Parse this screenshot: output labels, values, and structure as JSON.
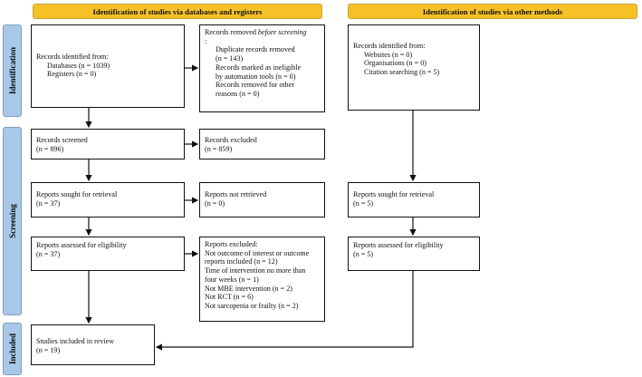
{
  "headers": {
    "main": "Identification of studies via databases and registers",
    "other": "Identification of studies via other methods"
  },
  "phases": {
    "identification": "Identification",
    "screening": "Screening",
    "included": "Included"
  },
  "boxes": {
    "records_identified": {
      "title": "Records identified from:",
      "line1": "Databases (n = 1039)",
      "line2": "Registers (n = 0)"
    },
    "records_removed": {
      "title_a": "Records removed ",
      "title_b": "before screening",
      "title_c": ":",
      "l1": "Duplicate records removed",
      "l1b": "(n = 143)",
      "l2": "Records marked as ineligible",
      "l2b": "by automation tools (n = 0)",
      "l3": "Records removed for other",
      "l3b": "reasons (n = 0)"
    },
    "other_identified": {
      "title": "Records identified from:",
      "l1": "Websites (n = 0)",
      "l2": "Organisations (n = 0)",
      "l3": "Citation searching (n = 5)"
    },
    "records_screened": {
      "title": "Records screened",
      "n": "(n = 896)"
    },
    "records_excluded": {
      "title": "Records excluded",
      "n": "(n = 859)"
    },
    "reports_sought": {
      "title": "Reports sought for retrieval",
      "n": "(n = 37)"
    },
    "reports_not_retrieved": {
      "title": "Reports not retrieved",
      "n": "(n = 0)"
    },
    "other_sought": {
      "title": "Reports sought for retrieval",
      "n": "(n = 5)"
    },
    "reports_assessed": {
      "title": "Reports assessed for eligibility",
      "n": "(n = 37)"
    },
    "reports_excluded": {
      "title": "Reports excluded:",
      "l1": "Not outcome of interest or outcome",
      "l1b": "reports included (n = 12)",
      "l2": "Time of intervention no more than",
      "l2b": "four weeks (n = 1)",
      "l3": "Not MBE intervention (n = 2)",
      "l4": "Not RCT (n = 6)",
      "l5": "Not sarcopenia or frailty (n = 2)"
    },
    "other_assessed": {
      "title": "Reports assessed for eligibility",
      "n": "(n = 5)"
    },
    "included": {
      "title": "Studies included in review",
      "n": "(n = 19)"
    }
  },
  "colors": {
    "header_bg": "#f5c127",
    "phase_bg": "#a9c8e8",
    "line": "#111111"
  }
}
